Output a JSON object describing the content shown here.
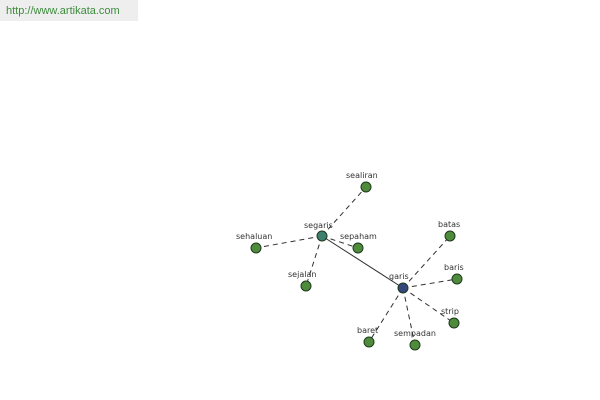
{
  "source": {
    "url": "http://www.artikata.com"
  },
  "graph": {
    "colors": {
      "root_fill": "#34467a",
      "hub_fill": "#3e7f6f",
      "leaf_fill": "#4e8c3c",
      "stroke": "#1f3a1f"
    },
    "nodes": [
      {
        "id": "garis",
        "label": "garis",
        "kind": "root"
      },
      {
        "id": "segaris",
        "label": "segaris",
        "kind": "hub"
      },
      {
        "id": "sealiran",
        "label": "sealiran",
        "kind": "leaf"
      },
      {
        "id": "sehaluan",
        "label": "sehaluan",
        "kind": "leaf"
      },
      {
        "id": "sepaham",
        "label": "sepaham",
        "kind": "leaf"
      },
      {
        "id": "sejalan",
        "label": "sejalan",
        "kind": "leaf"
      },
      {
        "id": "batas",
        "label": "batas",
        "kind": "leaf"
      },
      {
        "id": "baris",
        "label": "baris",
        "kind": "leaf"
      },
      {
        "id": "strip",
        "label": "strip",
        "kind": "leaf"
      },
      {
        "id": "sempadan",
        "label": "sempadan",
        "kind": "leaf"
      },
      {
        "id": "baret",
        "label": "baret",
        "kind": "leaf"
      }
    ],
    "edges": [
      {
        "from": "garis",
        "to": "segaris",
        "style": "solid"
      },
      {
        "from": "segaris",
        "to": "sealiran",
        "style": "dashed"
      },
      {
        "from": "segaris",
        "to": "sehaluan",
        "style": "dashed"
      },
      {
        "from": "segaris",
        "to": "sepaham",
        "style": "dashed"
      },
      {
        "from": "segaris",
        "to": "sejalan",
        "style": "dashed"
      },
      {
        "from": "garis",
        "to": "batas",
        "style": "dashed"
      },
      {
        "from": "garis",
        "to": "baris",
        "style": "dashed"
      },
      {
        "from": "garis",
        "to": "strip",
        "style": "dashed"
      },
      {
        "from": "garis",
        "to": "sempadan",
        "style": "dashed"
      },
      {
        "from": "garis",
        "to": "baret",
        "style": "dashed"
      }
    ]
  }
}
